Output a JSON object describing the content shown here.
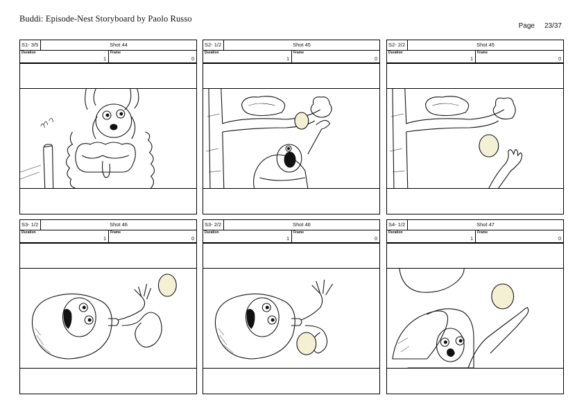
{
  "document": {
    "title": "Buddi: Episode-Nest Storyboard by Paolo Russo",
    "page_label": "Page",
    "page_number": "23/37"
  },
  "labels": {
    "duration": "Duration",
    "frame": "Frame"
  },
  "panels": [
    {
      "scene": "S1- 3/5",
      "shot": "Shot 44",
      "duration": "1",
      "frame": "0"
    },
    {
      "scene": "S2- 1/2",
      "shot": "Shot 45",
      "duration": "1",
      "frame": "0"
    },
    {
      "scene": "S2- 2/2",
      "shot": "Shot 45",
      "duration": "1",
      "frame": "0"
    },
    {
      "scene": "S3- 1/2",
      "shot": "Shot 46",
      "duration": "1",
      "frame": "0"
    },
    {
      "scene": "S3- 2/2",
      "shot": "Shot 46",
      "duration": "1",
      "frame": "0"
    },
    {
      "scene": "S4- 1/2",
      "shot": "Shot 47",
      "duration": "1",
      "frame": "0"
    }
  ]
}
